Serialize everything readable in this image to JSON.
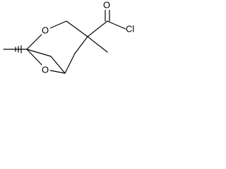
{
  "molecule": {
    "atoms": {
      "o_ring_top": "O",
      "o_ring_bottom": "O",
      "o_carbonyl": "O",
      "cl": "Cl"
    },
    "colors": {
      "bond": "#000000",
      "label": "#000000",
      "background": "#ffffff"
    }
  }
}
